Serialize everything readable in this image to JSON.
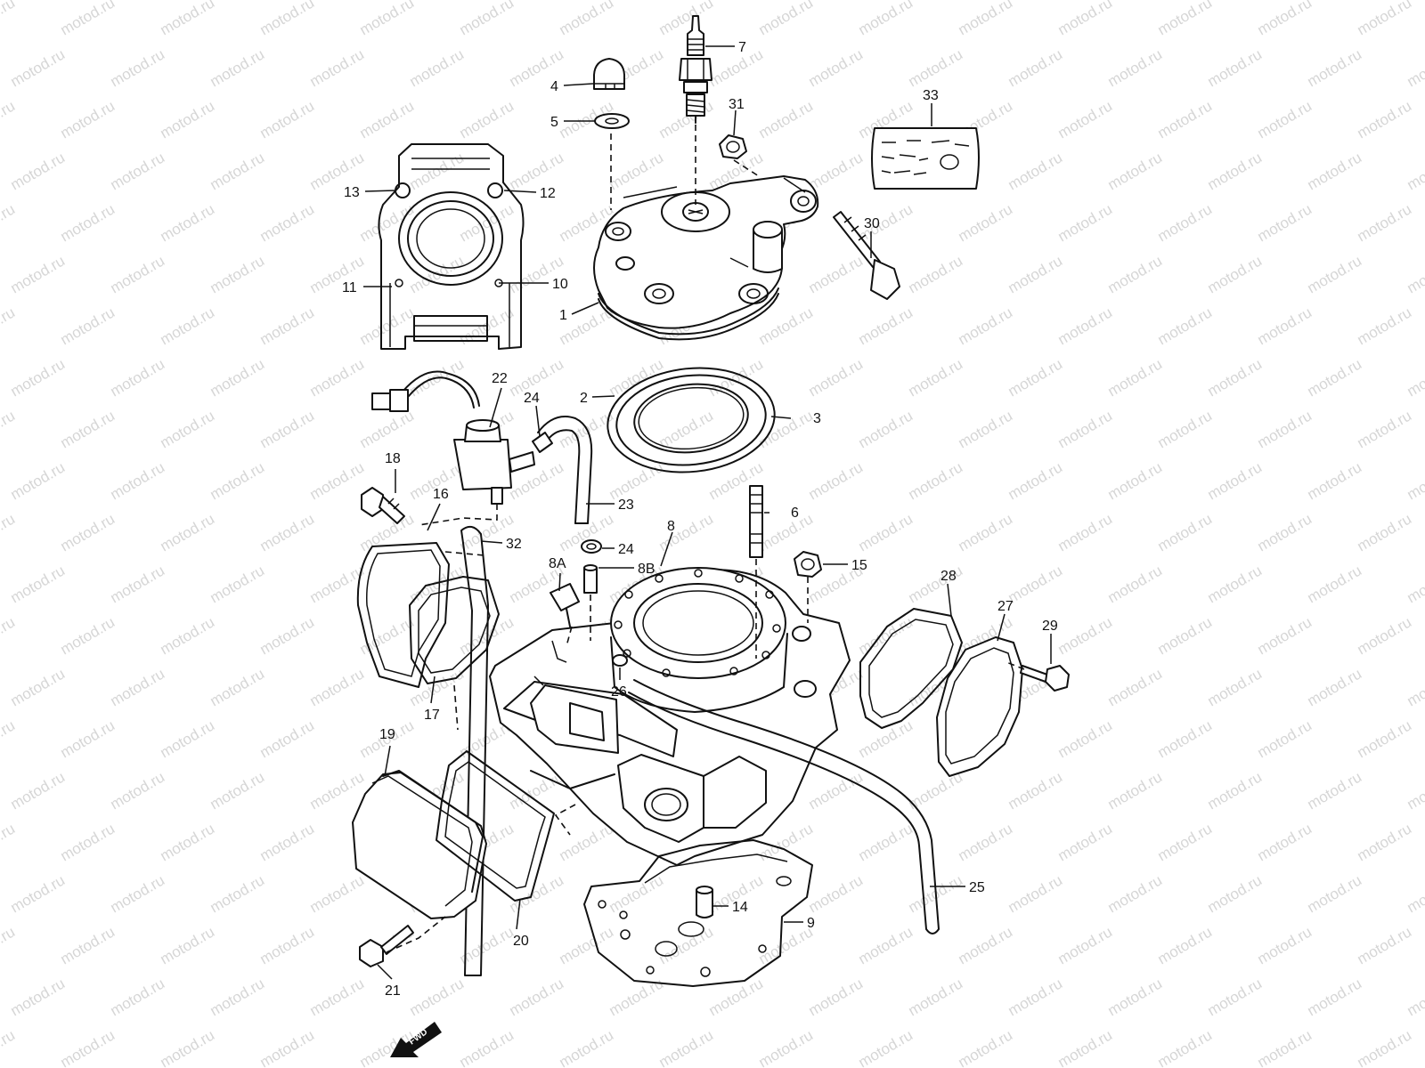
{
  "watermark": "motod.ru",
  "fwd_label": "FWD",
  "callouts": {
    "c1": "1",
    "c2": "2",
    "c3": "3",
    "c4": "4",
    "c5": "5",
    "c6": "6",
    "c7": "7",
    "c8": "8",
    "c8a": "8A",
    "c8b": "8B",
    "c9": "9",
    "c10": "10",
    "c11": "11",
    "c12": "12",
    "c13": "13",
    "c14": "14",
    "c15": "15",
    "c16": "16",
    "c17": "17",
    "c18": "18",
    "c19": "19",
    "c20": "20",
    "c21": "21",
    "c22": "22",
    "c23": "23",
    "c24a": "24",
    "c24b": "24",
    "c25": "25",
    "c26": "26",
    "c27": "27",
    "c28": "28",
    "c29": "29",
    "c30": "30",
    "c31": "31",
    "c32": "32",
    "c33": "33"
  }
}
